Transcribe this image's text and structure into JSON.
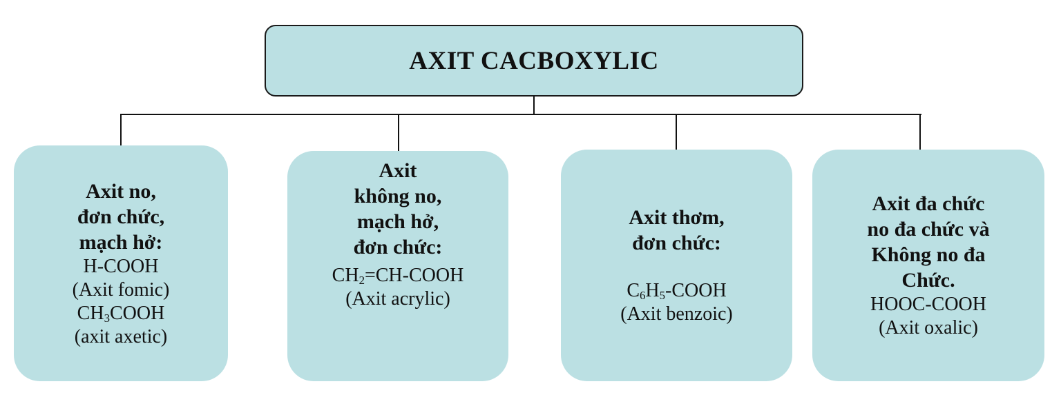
{
  "root": {
    "title": "AXIT CACBOXYLIC"
  },
  "colors": {
    "box_fill": "#bbe0e3",
    "line": "#111111"
  },
  "branches": [
    {
      "heading": [
        "Axit no,",
        "đơn chức,",
        "mạch hở:"
      ],
      "examples": [
        {
          "formula_parts": [
            "H-COOH"
          ],
          "name": "(Axit fomic)"
        },
        {
          "formula_parts": [
            "CH",
            "3",
            "COOH"
          ],
          "name": "(axit axetic)"
        }
      ]
    },
    {
      "heading": [
        "Axit",
        "không no,",
        "mạch hở,",
        "đơn chức:"
      ],
      "examples": [
        {
          "formula_parts": [
            "CH",
            "2",
            "=CH-COOH"
          ],
          "name": "(Axit acrylic)"
        }
      ]
    },
    {
      "heading": [
        "Axit thơm,",
        "đơn chức:"
      ],
      "examples": [
        {
          "formula_parts": [
            "C",
            "6",
            "H",
            "5",
            "-COOH"
          ],
          "name": "(Axit benzoic)"
        }
      ]
    },
    {
      "heading": [
        "Axit đa chức",
        "no đa chức và",
        "Không no đa",
        "Chức."
      ],
      "examples": [
        {
          "formula_parts": [
            "HOOC-COOH"
          ],
          "name": "(Axit oxalic)"
        }
      ]
    }
  ]
}
